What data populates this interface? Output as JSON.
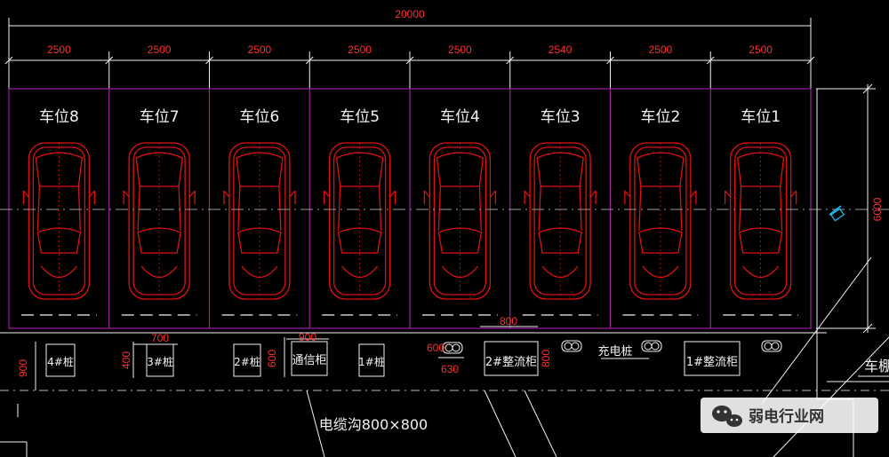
{
  "colors": {
    "background": "#000000",
    "dimension": "#ff3030",
    "bay_outline": "#a020a0",
    "car": "#e01010",
    "linework": "#f2f2f2",
    "centerline": "#9a9a9a"
  },
  "dimensions": {
    "total_width": "20000",
    "bay_widths": [
      "2500",
      "2500",
      "2500",
      "2500",
      "2500",
      "2540",
      "2500",
      "2500"
    ],
    "depth": "6000",
    "cabinet_spacing": "800",
    "box_w_1": "700",
    "box_h_1": "400",
    "box_h_2": "600",
    "box_w_2": "900",
    "left_vert": "900",
    "box_w_3": "630",
    "box_h_3": "600",
    "box_h_4": "800"
  },
  "bays": [
    "车位8",
    "车位7",
    "车位6",
    "车位5",
    "车位4",
    "车位3",
    "车位2",
    "车位1"
  ],
  "equipment": {
    "box_a": "4#桩",
    "box_b": "3#桩",
    "box_c": "2#桩",
    "comm_cabinet": "通信柜",
    "box_d": "1#桩",
    "rect2": "2#整流柜",
    "charger": "充电桩",
    "rect1": "1#整流柜",
    "shed": "车棚"
  },
  "cable_trench": "电缆沟800×800",
  "watermark": "弱电行业网"
}
